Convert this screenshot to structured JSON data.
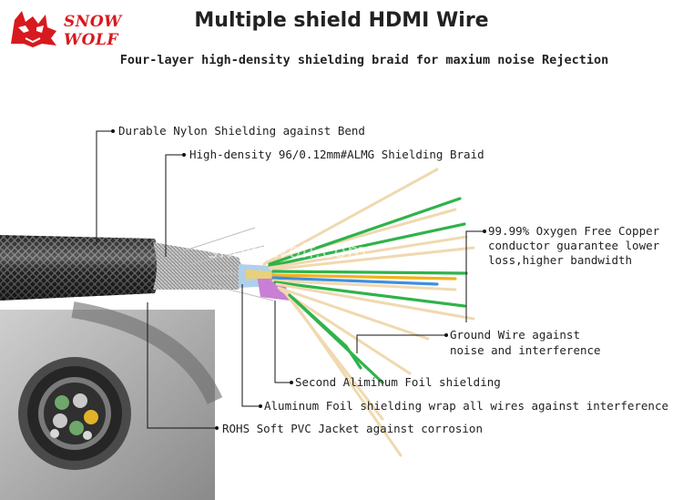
{
  "brand": {
    "line1": "SNOW",
    "line2": "WOLF",
    "watermark": "snow-wolf.com"
  },
  "header": {
    "title": "Multiple shield HDMI Wire",
    "subtitle": "Four-layer high-density shielding braid for maxium noise Rejection"
  },
  "callouts": {
    "nylon": "Durable Nylon Shielding against Bend",
    "braid": "High-density 96/0.12mm#ALMG Shielding Braid",
    "copper_1": "99.99% Oxygen Free Copper",
    "copper_2": "conductor guarantee lower",
    "copper_3": "loss,higher bandwidth",
    "ground_1": "Ground Wire against",
    "ground_2": "noise and interference",
    "foil2": "Second Aliminum Foil shielding",
    "foil1": "Aluminum Foil shielding wrap all wires against  interference",
    "rohs": "ROHS Soft PVC Jacket against corrosion"
  },
  "colors": {
    "logo_red": "#d8191f",
    "wire_green": "#2fb34a",
    "wire_yellow": "#f2b21c",
    "wire_blue": "#3e8fe0",
    "wire_tan": "#f0d9b0",
    "jacket": "#1c1c1c"
  }
}
